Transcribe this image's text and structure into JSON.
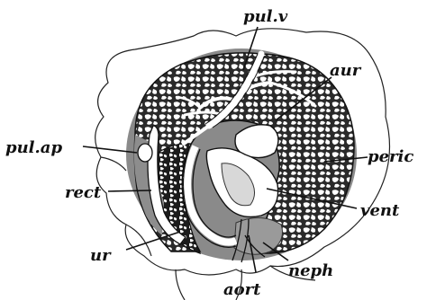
{
  "figure": {
    "labels": {
      "pul_v": "pul.v",
      "aur": "aur",
      "peric": "peric",
      "vent": "vent",
      "neph": "neph",
      "aort": "aort",
      "ur": "ur",
      "rect": "rect",
      "pul_ap": "pul.ap"
    }
  }
}
